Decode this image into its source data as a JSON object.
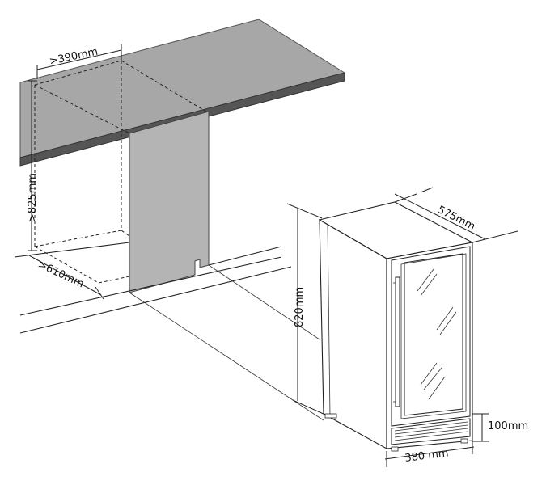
{
  "labels": {
    "cabinet_width": ">390mm",
    "cabinet_height": ">825mm",
    "cabinet_depth": ">610mm",
    "unit_depth": "575mm",
    "unit_height": "820mm",
    "unit_width": "380 mm",
    "plinth_height": "100mm"
  },
  "colors": {
    "counter_top": "#a7a7a7",
    "counter_edge": "#555555",
    "side_panel": "#b4b4b4",
    "unit_body": "#ffffff",
    "line": "#222222"
  }
}
